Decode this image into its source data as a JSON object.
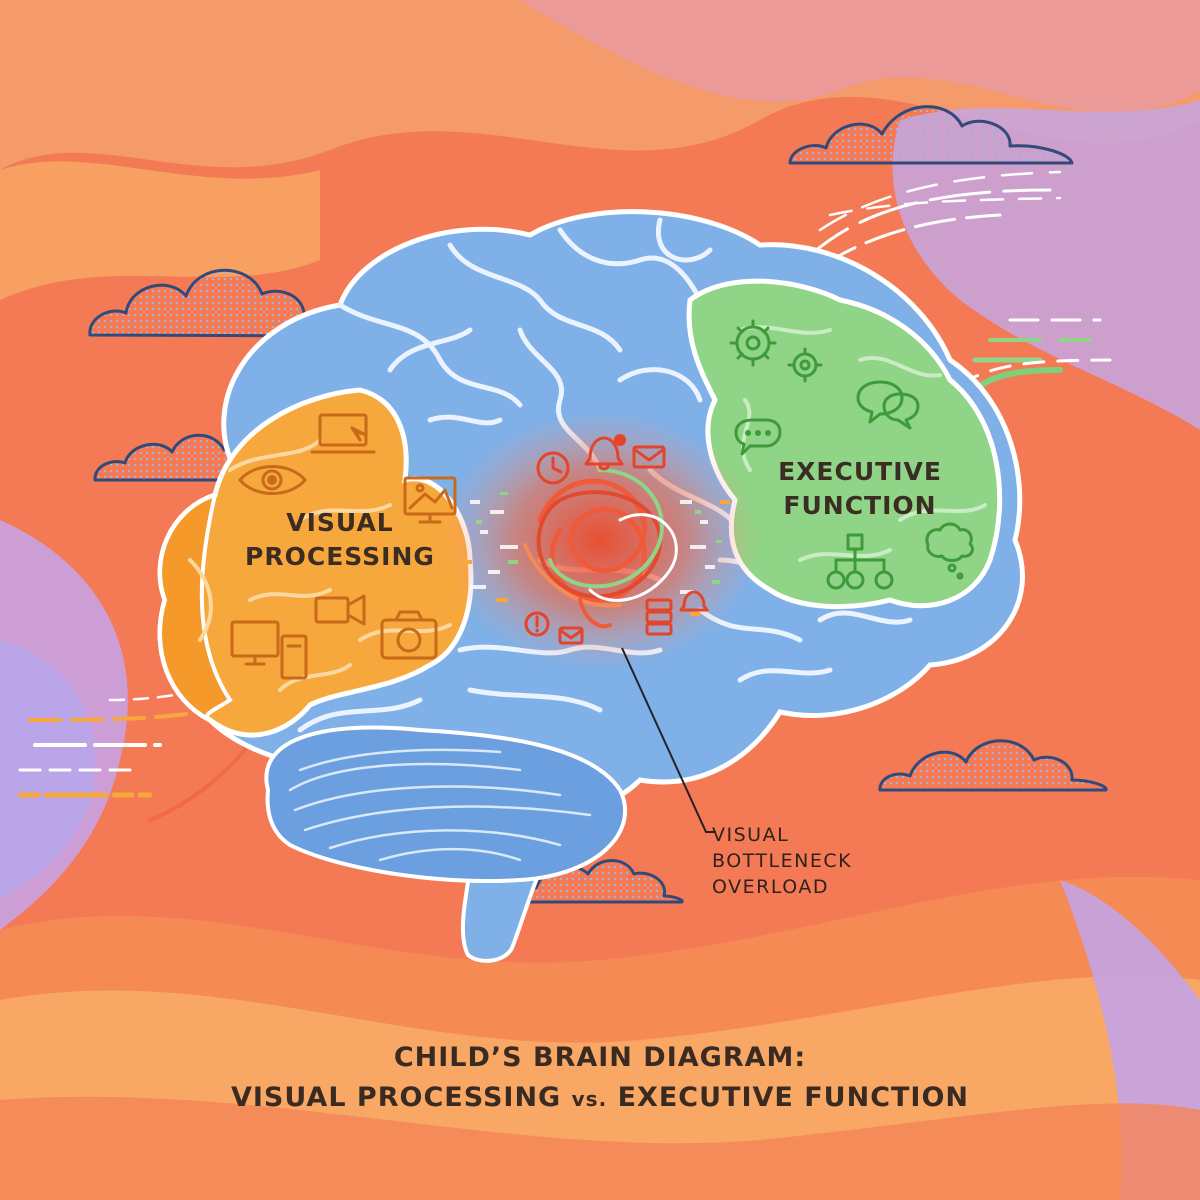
{
  "regions": {
    "visual_processing": [
      "VISUAL",
      "PROCESSING"
    ],
    "executive_function": [
      "EXECUTIVE",
      "FUNCTION"
    ]
  },
  "callout": {
    "lines": [
      "VISUAL",
      "BOTTLENECK",
      "OVERLOAD"
    ]
  },
  "title": {
    "line1": "CHILD’S BRAIN DIAGRAM:",
    "line2_part1": "VISUAL PROCESSING",
    "line2_vs": "vs.",
    "line2_part2": "EXECUTIVE FUNCTION"
  },
  "colors": {
    "background_warm": "#f47a55",
    "background_lavender": "#c9a2e4",
    "background_peach": "#f8a868",
    "brain_blue": "#7fb0e8",
    "visual_orange": "#f7a83c",
    "executive_green": "#8fd487",
    "bottleneck_red": "#ef5a3a",
    "text_dark": "#3a2b22"
  },
  "icons": {
    "visual_processing": [
      "eye-icon",
      "laptop-icon",
      "picture-monitor-icon",
      "video-camera-icon",
      "photo-camera-icon",
      "desktop-computer-icon"
    ],
    "executive_function": [
      "gears-icon",
      "speech-bubbles-icon",
      "chat-bubble-icon",
      "flowchart-icon",
      "thought-bubble-icon"
    ],
    "bottleneck": [
      "clock-icon",
      "bell-icon",
      "email-icon",
      "alert-icon",
      "server-icon",
      "tangled-knot-icon"
    ]
  }
}
